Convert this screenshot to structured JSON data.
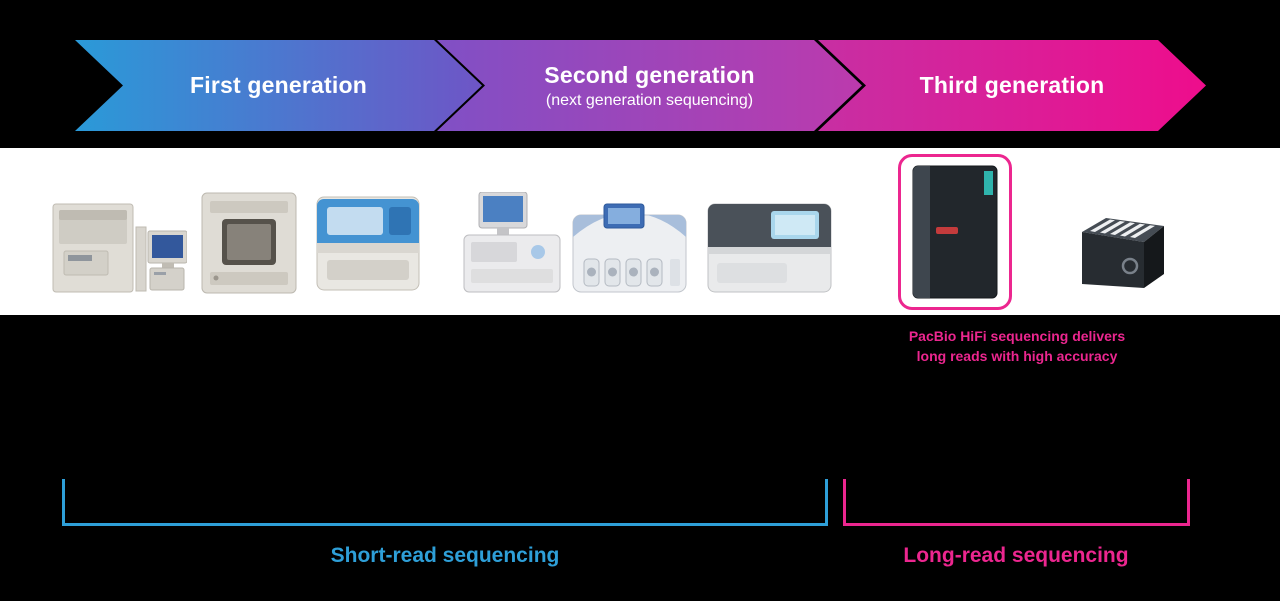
{
  "arrows": [
    {
      "label": "First generation"
    },
    {
      "label": "Second generation",
      "sublabel": "(next generation sequencing)"
    },
    {
      "label": "Third generation"
    }
  ],
  "machine_icons": {
    "first_generation": [
      "gel-sequencer-with-crt-monitor-icon",
      "automated-slab-gel-sequencer-icon",
      "capillary-array-sequencer-icon"
    ],
    "second_generation": [
      "pyrosequencer-with-monitor-icon",
      "bead-based-sequencer-icon",
      "flow-cell-sequencer-icon"
    ],
    "third_generation": [
      "pacbio-long-read-sequencer-icon",
      "benchtop-long-read-sequencer-icon"
    ]
  },
  "caption": {
    "line1": "PacBio HiFi sequencing delivers",
    "line2": "long reads with high accuracy"
  },
  "brackets": {
    "short": {
      "label": "Short-read sequencing",
      "color": "#2e9fd8"
    },
    "long": {
      "label": "Long-read sequencing",
      "color": "#ec268f"
    }
  },
  "colors": {
    "background": "#000000",
    "band_background": "#ffffff",
    "arrow_first_start": "#2a9ad8",
    "arrow_first_end": "#6e55c6",
    "arrow_second_start": "#8050c5",
    "arrow_second_end": "#bc3aad",
    "arrow_third_start": "#c72fa3",
    "arrow_third_end": "#ee0d8c",
    "highlight_border": "#ec268f",
    "text_on_arrows": "#ffffff"
  }
}
